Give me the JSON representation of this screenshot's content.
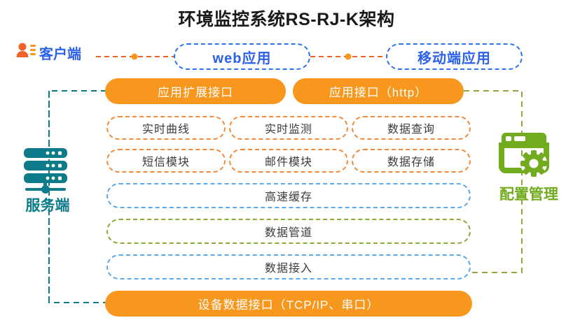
{
  "diagram": {
    "title": "环境监控系统RS-RJ-K架构",
    "client": {
      "label": "客户端",
      "icon": "user-list-icon"
    },
    "client_apps": [
      {
        "label": "web应用"
      },
      {
        "label": "移动端应用"
      }
    ],
    "interfaces": [
      {
        "label": "应用扩展接口"
      },
      {
        "label": "应用接口（http）"
      }
    ],
    "modules": [
      {
        "label": "实时曲线"
      },
      {
        "label": "实时监测"
      },
      {
        "label": "数据查询"
      },
      {
        "label": "短信模块"
      },
      {
        "label": "邮件模块"
      },
      {
        "label": "数据存储"
      }
    ],
    "layers": [
      {
        "label": "高速缓存",
        "style": "lightblue"
      },
      {
        "label": "数据管道",
        "style": "green"
      },
      {
        "label": "数据接入",
        "style": "lightblue"
      }
    ],
    "device_interface": {
      "label": "设备数据接口（TCP/IP、串口）"
    },
    "server": {
      "label": "服务端",
      "icon": "server-rack-icon"
    },
    "config": {
      "label": "配置管理",
      "icon": "window-gear-icon"
    },
    "colors": {
      "orange": "#f8971d",
      "orange_dash": "#f08b3c",
      "blue": "#2b60e8",
      "light_blue": "#5aa9e6",
      "green": "#8aab3c",
      "config_green": "#73ab1e",
      "teal": "#0d7b8a",
      "text_dark": "#3b3b3b"
    }
  }
}
